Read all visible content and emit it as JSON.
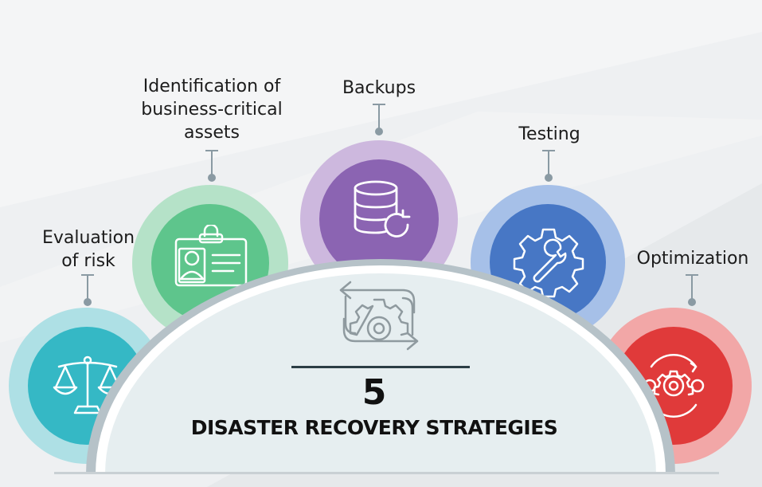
{
  "diagram": {
    "number": "5",
    "title": "DISASTER RECOVERY STRATEGIES",
    "strategies": [
      {
        "label_lines": [
          "Evaluation",
          "of risk"
        ],
        "icon": "scales-icon",
        "color": "#35b8c5"
      },
      {
        "label_lines": [
          "Identification of",
          "business-critical",
          "assets"
        ],
        "icon": "id-card-icon",
        "color": "#5ec58c"
      },
      {
        "label_lines": [
          "Backups"
        ],
        "icon": "database-sync-icon",
        "color": "#8b64b2"
      },
      {
        "label_lines": [
          "Testing"
        ],
        "icon": "gear-wrench-icon",
        "color": "#4777c5"
      },
      {
        "label_lines": [
          "Optimization"
        ],
        "icon": "gears-cycle-icon",
        "color": "#e03a3a"
      }
    ],
    "center_icon": "gear-cycle-arrows-icon"
  }
}
